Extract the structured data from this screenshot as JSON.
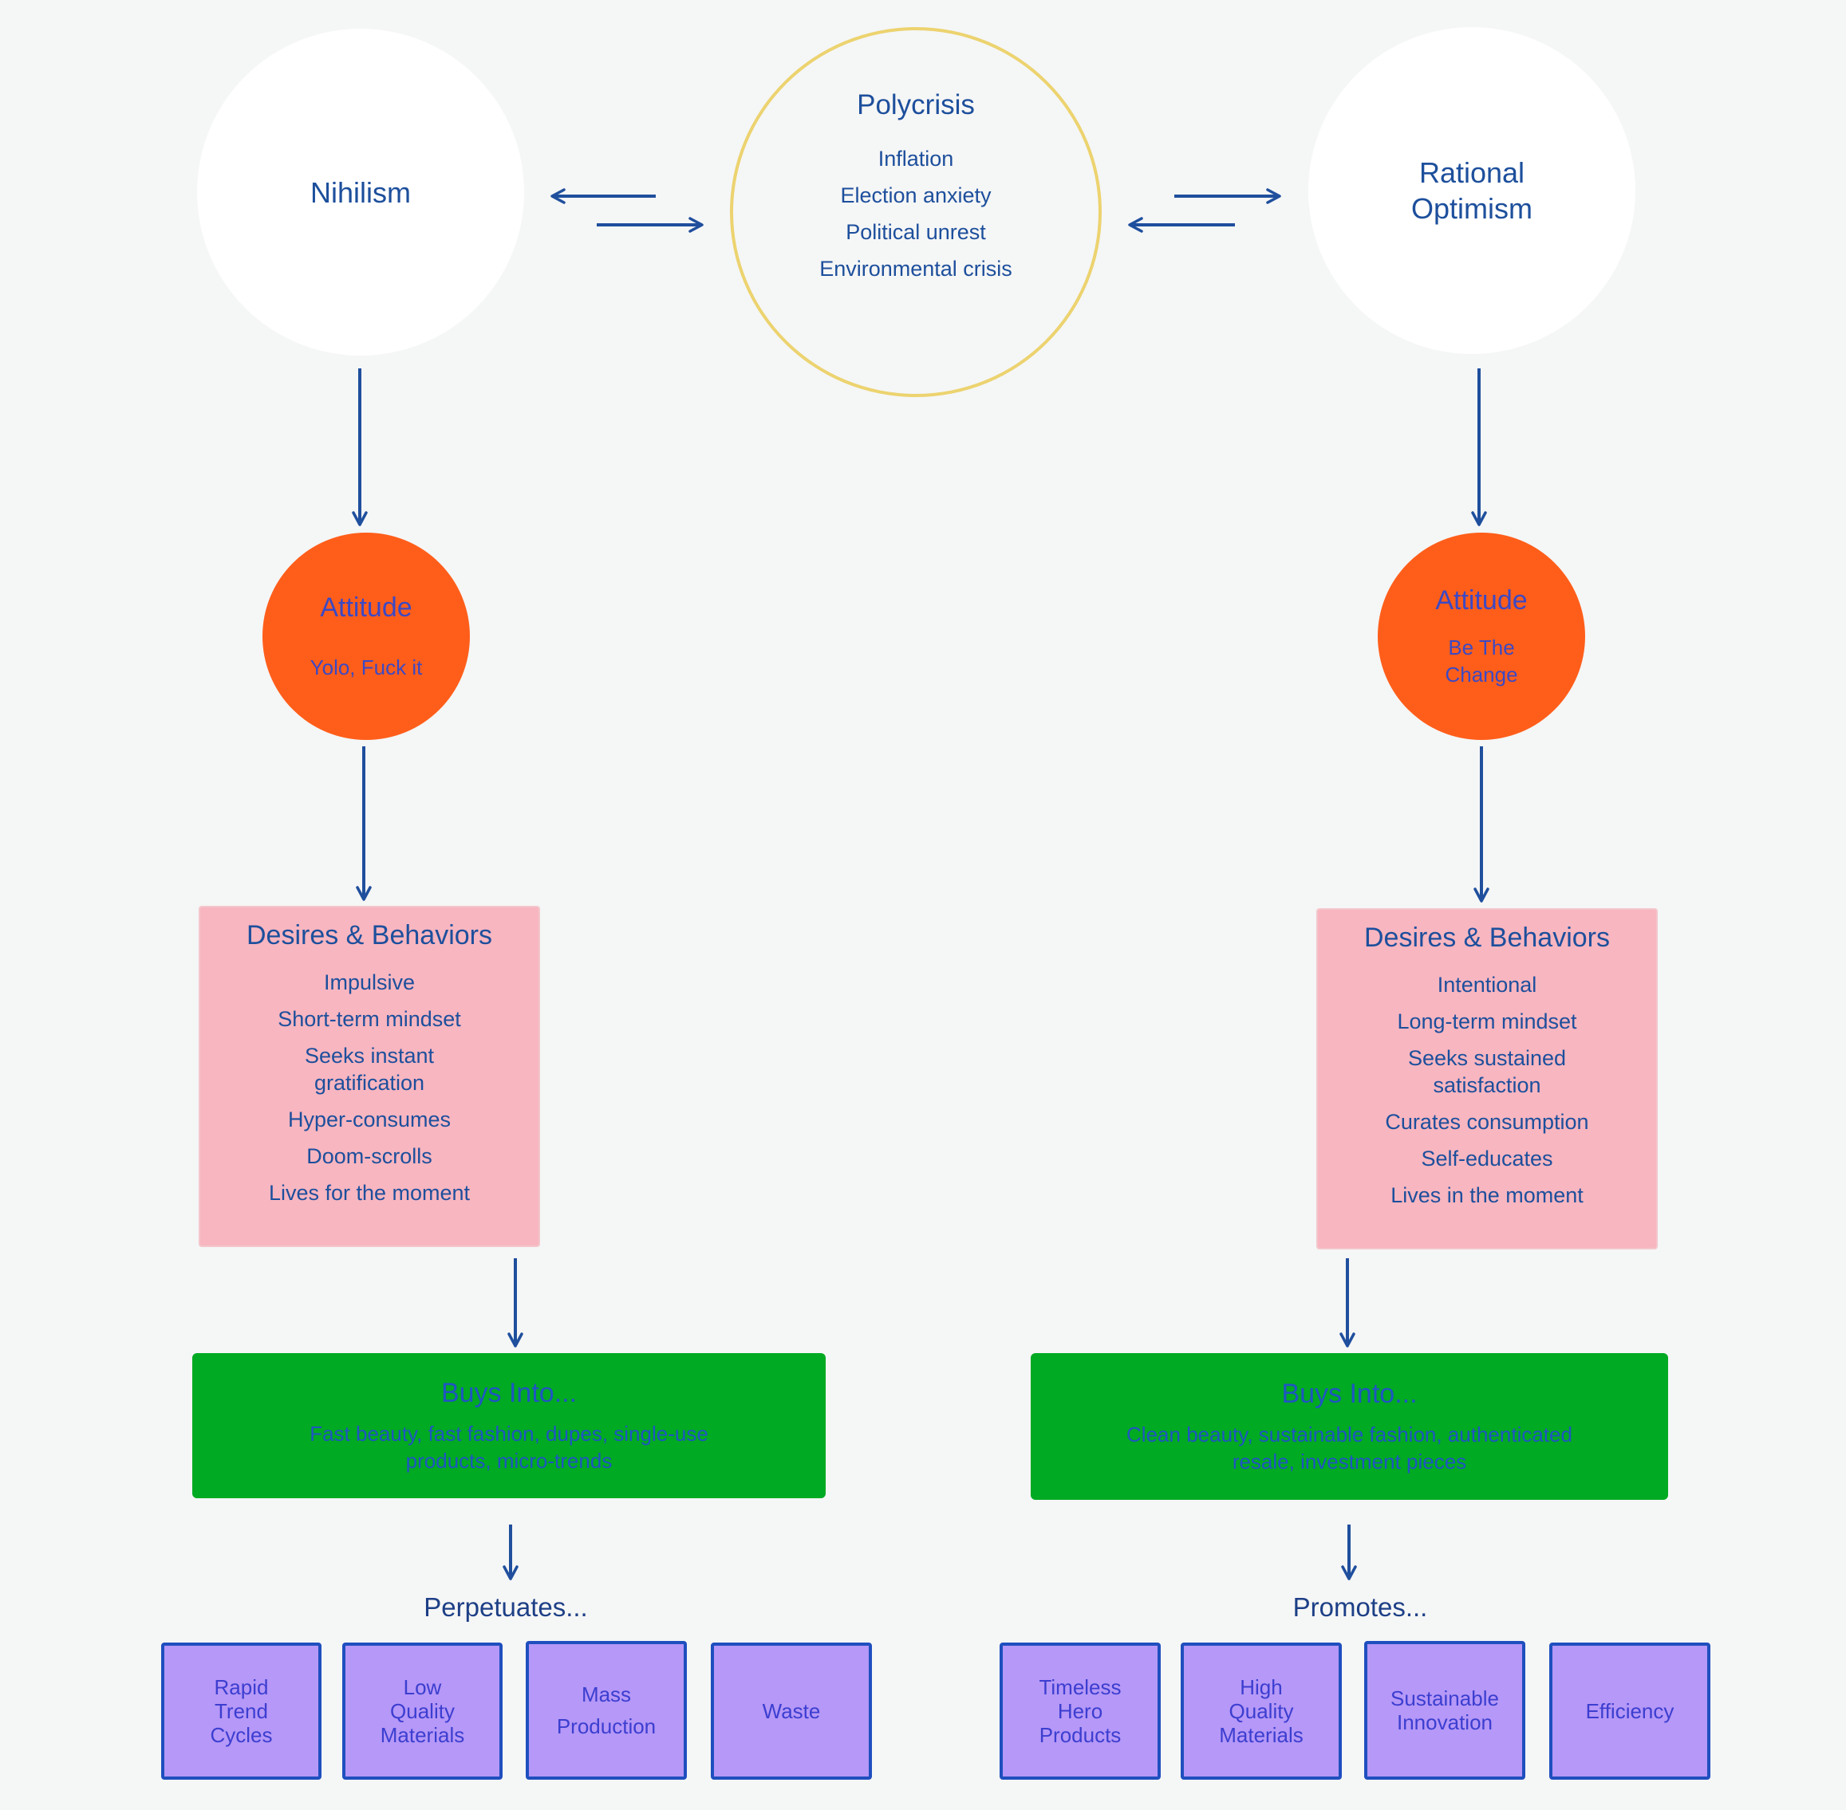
{
  "top": {
    "left_circle": "Nihilism",
    "center_circle": {
      "title": "Polycrisis",
      "items": [
        "Inflation",
        "Election anxiety",
        "Political unrest",
        "Environmental crisis"
      ]
    },
    "right_circle": [
      "Rational",
      "Optimism"
    ]
  },
  "left": {
    "attitude": {
      "title": "Attitude",
      "lines": [
        "Yolo, Fuck it"
      ]
    },
    "desires": {
      "title": "Desires & Behaviors",
      "items": [
        [
          "Impulsive"
        ],
        [
          "Short-term mindset"
        ],
        [
          "Seeks instant",
          "gratification"
        ],
        [
          "Hyper-consumes"
        ],
        [
          "Doom-scrolls"
        ],
        [
          "Lives for the moment"
        ]
      ]
    },
    "buys": {
      "title": "Buys Into...",
      "lines": [
        "Fast beauty, fast fashion, dupes, single-use",
        "products, micro-trends"
      ]
    },
    "outcome_heading": "Perpetuates...",
    "outcomes": [
      [
        "Rapid",
        "Trend",
        "Cycles"
      ],
      [
        "Low",
        "Quality",
        "Materials"
      ],
      [
        "Mass",
        "Production"
      ],
      [
        "Waste"
      ]
    ]
  },
  "right": {
    "attitude": {
      "title": "Attitude",
      "lines": [
        "Be The",
        "Change"
      ]
    },
    "desires": {
      "title": "Desires & Behaviors",
      "items": [
        [
          "Intentional"
        ],
        [
          "Long-term mindset"
        ],
        [
          "Seeks sustained",
          "satisfaction"
        ],
        [
          "Curates consumption"
        ],
        [
          "Self-educates"
        ],
        [
          "Lives in the moment"
        ]
      ]
    },
    "buys": {
      "title": "Buys Into...",
      "lines": [
        "Clean beauty, sustainable fashion, authenticated",
        "resale, investment pieces"
      ]
    },
    "outcome_heading": "Promotes...",
    "outcomes": [
      [
        "Timeless",
        "Hero",
        "Products"
      ],
      [
        "High",
        "Quality",
        "Materials"
      ],
      [
        "Sustainable",
        "Innovation"
      ],
      [
        "Efficiency"
      ]
    ]
  },
  "colors": {
    "background": "#f5f6f6",
    "text_blue": "#1d4f9c",
    "polycrisis_ring": "#ecd36f",
    "attitude_orange": "#ff5e1a",
    "desires_pink": "#f8b6c0",
    "buys_green": "#00aa22",
    "outcome_purple": "#b598f7",
    "arrow_blue": "#1f4f9d"
  }
}
